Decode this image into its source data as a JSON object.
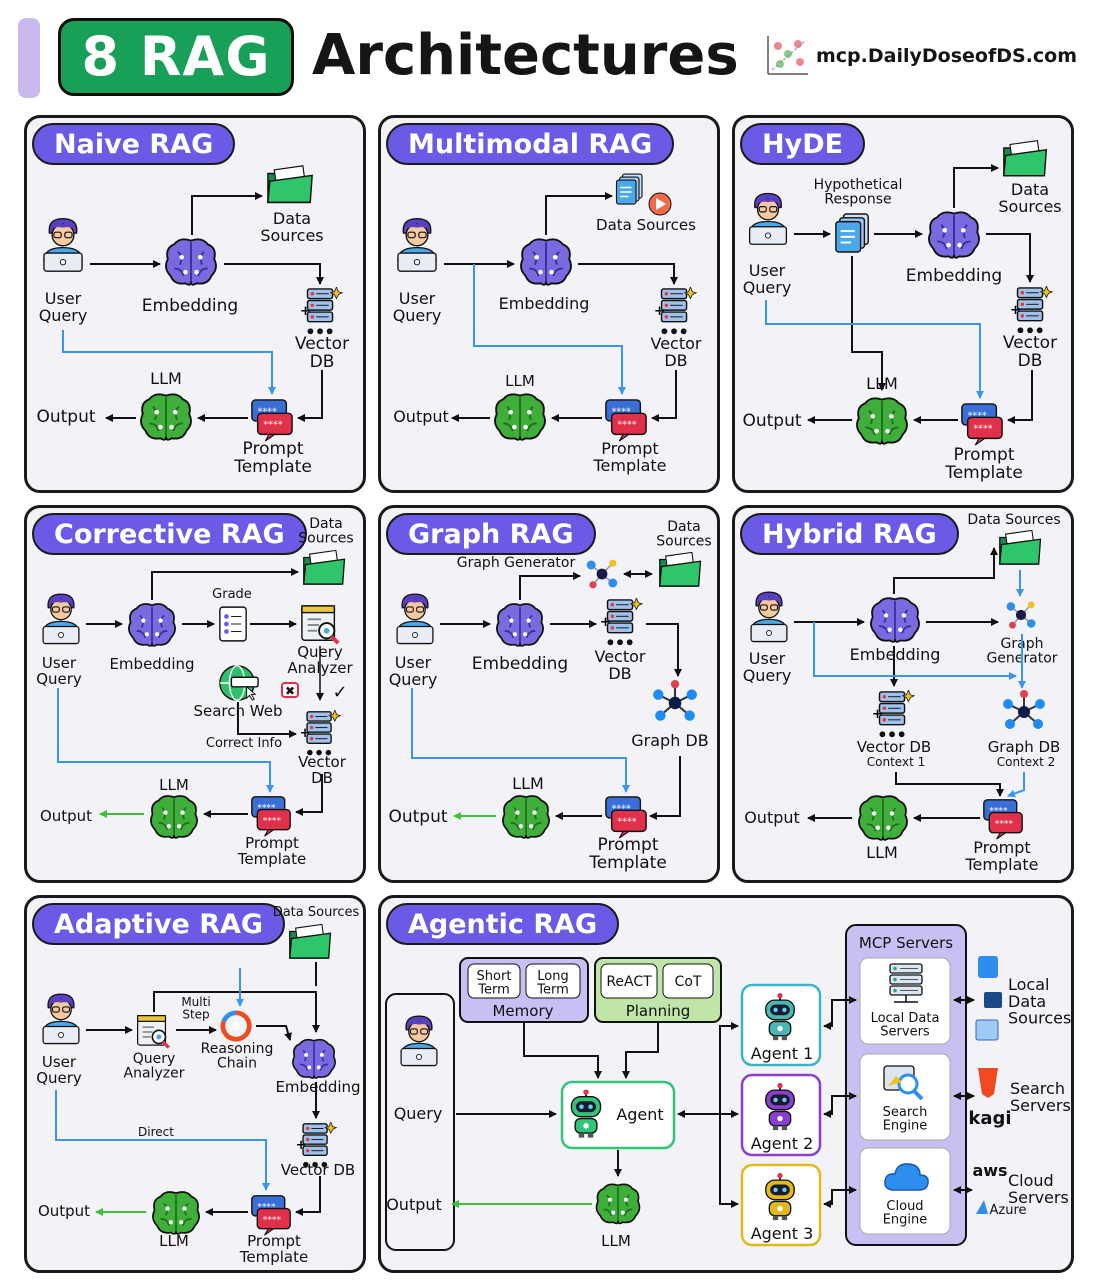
{
  "header": {
    "badge": "8 RAG",
    "title": "Architectures",
    "site": "mcp.DailyDoseofDS.com"
  },
  "common": {
    "user_query": [
      "User",
      "Query"
    ],
    "embedding": "Embedding",
    "data_sources": [
      "Data",
      "Sources"
    ],
    "vector_db": [
      "Vector",
      "DB"
    ],
    "llm": "LLM",
    "output": "Output",
    "prompt_template": [
      "Prompt",
      "Template"
    ]
  },
  "naive": {
    "title": "Naive RAG"
  },
  "multimodal": {
    "title": "Multimodal RAG",
    "data_sources": "Data Sources"
  },
  "hyde": {
    "title": "HyDE",
    "hypothetical": [
      "Hypothetical",
      "Response"
    ]
  },
  "corrective": {
    "title": "Corrective RAG",
    "grade": "Grade",
    "query_analyzer": [
      "Query",
      "Analyzer"
    ],
    "search_web": "Search Web",
    "correct_info": "Correct Info"
  },
  "graph": {
    "title": "Graph RAG",
    "graph_generator": "Graph Generator",
    "graph_db": "Graph DB"
  },
  "hybrid": {
    "title": "Hybrid RAG",
    "data_sources": "Data Sources",
    "graph_generator": [
      "Graph",
      "Generator"
    ],
    "vector_db": "Vector DB",
    "context1": "Context 1",
    "graph_db": "Graph DB",
    "context2": "Context 2"
  },
  "adaptive": {
    "title": "Adaptive RAG",
    "data_sources": "Data Sources",
    "multi_step": [
      "Multi",
      "Step"
    ],
    "query_analyzer": [
      "Query",
      "Analyzer"
    ],
    "reasoning_chain": [
      "Reasoning",
      "Chain"
    ],
    "vector_db": "Vector DB",
    "direct": "Direct"
  },
  "agentic": {
    "title": "Agentic RAG",
    "memory": {
      "label": "Memory",
      "short": [
        "Short",
        "Term"
      ],
      "long": [
        "Long",
        "Term"
      ]
    },
    "planning": {
      "label": "Planning",
      "react": "ReACT",
      "cot": "CoT"
    },
    "query": "Query",
    "output": "Output",
    "agent": "Agent",
    "agents": [
      "Agent 1",
      "Agent 2",
      "Agent 3"
    ],
    "mcp_servers": "MCP Servers",
    "local_servers": [
      "Local Data",
      "Servers"
    ],
    "search_engine": [
      "Search",
      "Engine"
    ],
    "cloud_engine": [
      "Cloud",
      "Engine"
    ],
    "local_sources": [
      "Local",
      "Data",
      "Sources"
    ],
    "search_servers": [
      "Search",
      "Servers"
    ],
    "kagi": "kagi",
    "cloud_servers": [
      "Cloud",
      "Servers"
    ],
    "aws": "aws",
    "azure": "Azure"
  },
  "colors": {
    "accent": "#6a5ae6",
    "header_green": "#18a058",
    "blue_arrow": "#3b96ea",
    "brain_purple": "#7a6ae0",
    "llm_green": "#3fae3a",
    "vector_blue": "#9fc2ec",
    "prompt_red": "#e0304a",
    "agent_green": "#32c478"
  }
}
